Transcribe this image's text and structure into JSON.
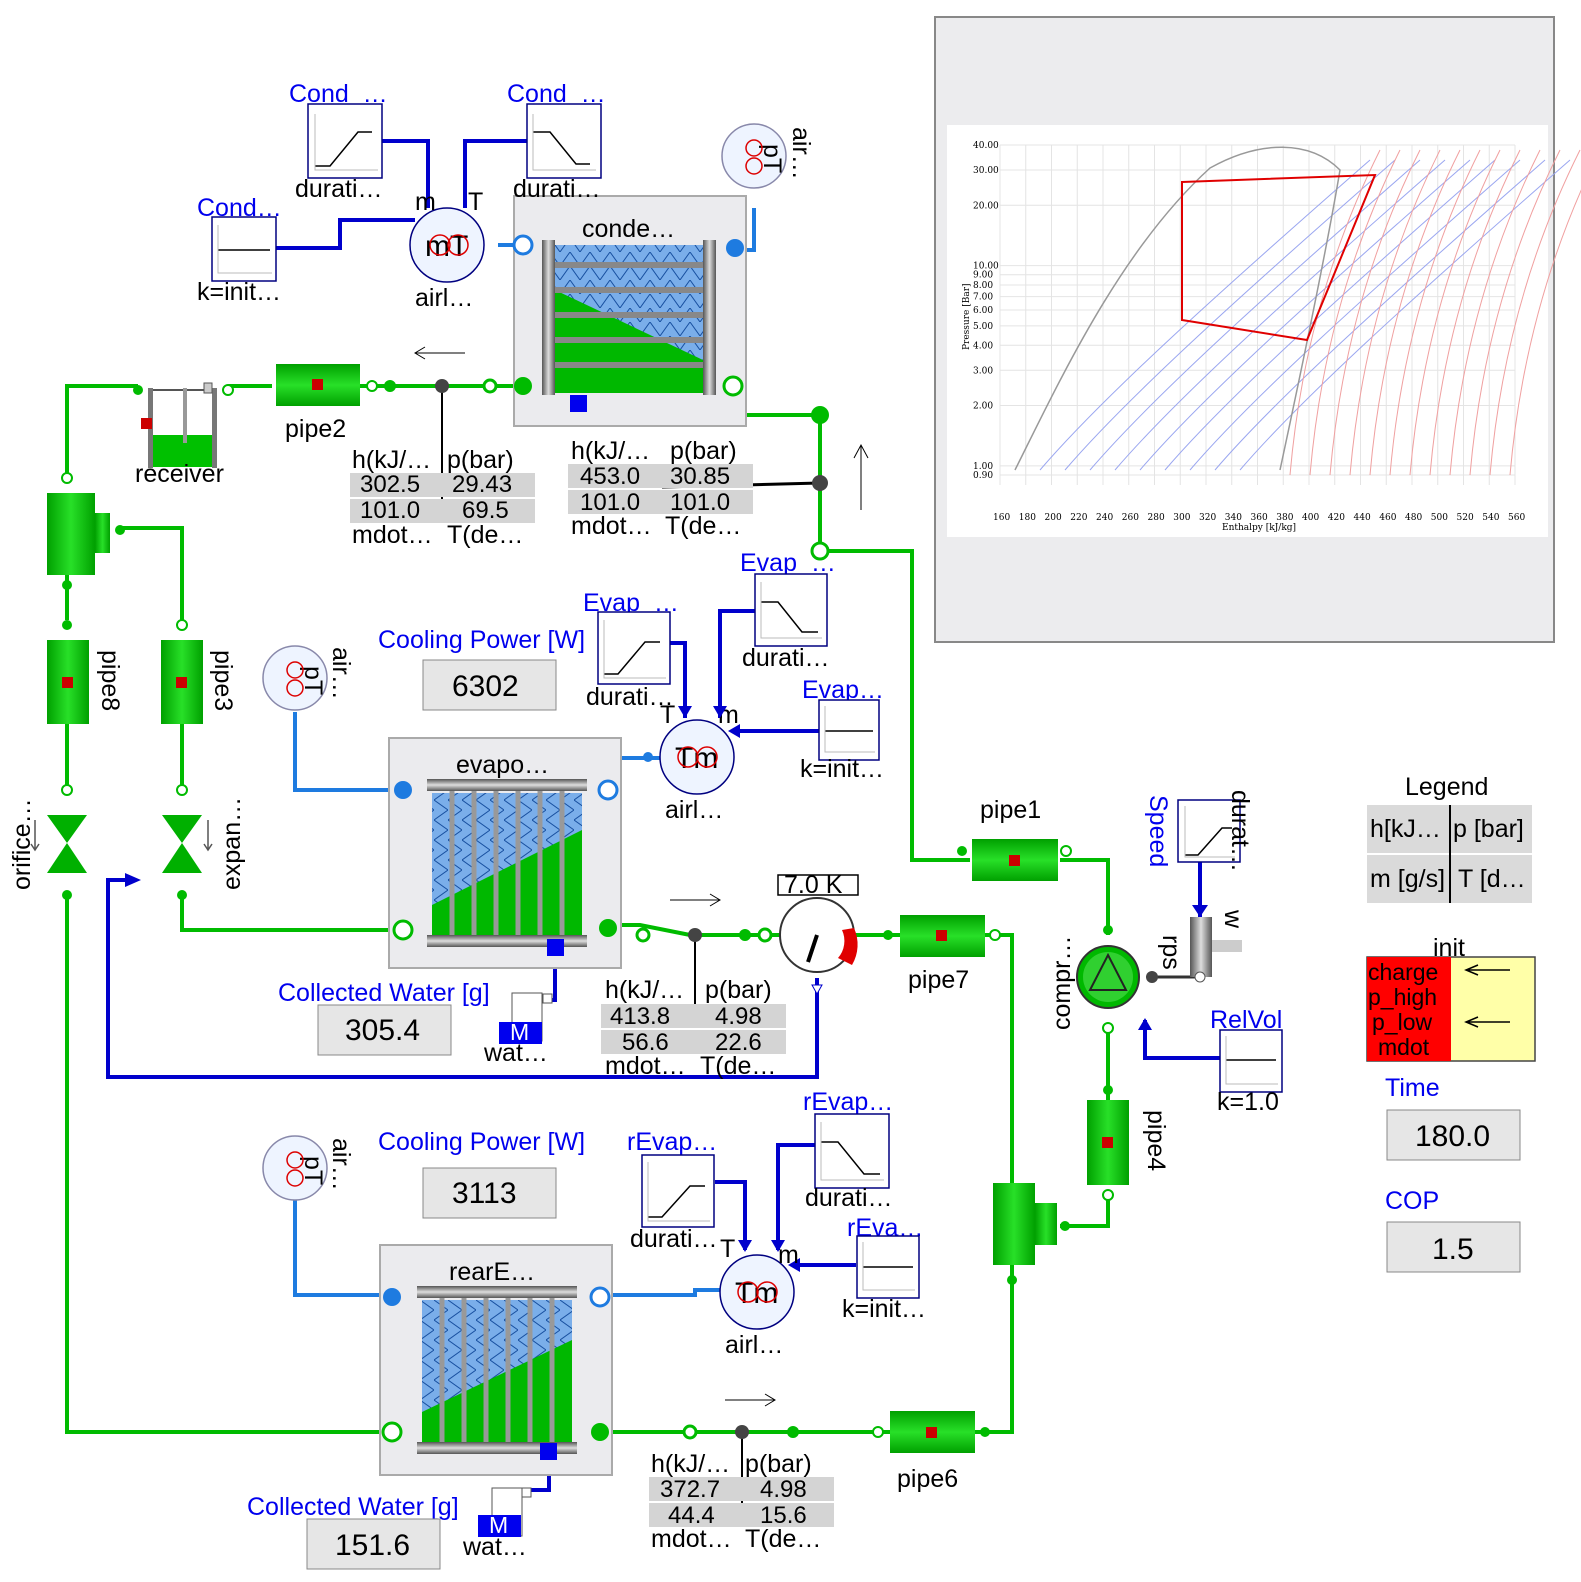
{
  "condenser": {
    "name": "conde…",
    "sources": {
      "left_label": "Cond_…",
      "right_label": "Cond_…",
      "const_label": "Cond…",
      "left_param": "durati…",
      "right_param": "durati…",
      "const_param": "k=init…"
    },
    "air_source": {
      "symbol": "mT",
      "name": "airl…",
      "port_m": "m",
      "port_T": "T"
    },
    "air_sensor": {
      "name": "air…",
      "symbol": "pT"
    },
    "state_in": {
      "h_header": "h(kJ/…",
      "p_header": "p(bar)",
      "h": "302.5",
      "p": "29.43",
      "mdot": "101.0",
      "T": "69.5",
      "mdot_footer": "mdot…",
      "T_footer": "T(de…"
    },
    "state_out": {
      "h_header": "h(kJ/…",
      "p_header": "p(bar)",
      "h": "453.0",
      "p": "30.85",
      "mdot": "101.0",
      "T": "101.0",
      "mdot_footer": "mdot…",
      "T_footer": "T(de…"
    }
  },
  "left_branch": {
    "pipe2": "pipe2",
    "receiver": "receiver",
    "pipe8": "pipe8",
    "pipe3": "pipe3",
    "orifice": "orifice…",
    "expansion": "expan…"
  },
  "evaporator": {
    "name": "evapo…",
    "cooling_label": "Cooling Power [W]",
    "cooling_value": "6302",
    "water_label": "Collected Water [g]",
    "water_value": "305.4",
    "water_sensor": "wat…",
    "water_symbol": "M",
    "air_sensor": {
      "name": "air…",
      "symbol": "pT"
    },
    "air_source": {
      "symbol": "Tm",
      "name": "airl…",
      "port_T": "T",
      "port_m": "m"
    },
    "sources": {
      "a_label": "Evap_…",
      "a_param": "durati…",
      "b_label": "Evap_…",
      "b_param": "durati…",
      "c_label": "Evap…",
      "c_param": "k=init…"
    },
    "superheat": "7.0 K",
    "state": {
      "h_header": "h(kJ/…",
      "p_header": "p(bar)",
      "h": "413.8",
      "p": "4.98",
      "mdot": "56.6",
      "T": "22.6",
      "mdot_footer": "mdot…",
      "T_footer": "T(de…"
    }
  },
  "rear_evaporator": {
    "name": "rearE…",
    "cooling_label": "Cooling Power [W]",
    "cooling_value": "3113",
    "water_label": "Collected Water [g]",
    "water_value": "151.6",
    "water_sensor": "wat…",
    "water_symbol": "M",
    "air_sensor": {
      "name": "air…",
      "symbol": "pT"
    },
    "air_source": {
      "symbol": "Tm",
      "name": "airl…",
      "port_T": "T",
      "port_m": "m"
    },
    "sources": {
      "a_label": "rEvap…",
      "a_param": "durati…",
      "b_label": "rEvap…",
      "b_param": "durati…",
      "c_label": "rEva…",
      "c_param": "k=init…"
    },
    "pipe6": "pipe6",
    "state": {
      "h_header": "h(kJ/…",
      "p_header": "p(bar)",
      "h": "372.7",
      "p": "4.98",
      "mdot": "44.4",
      "T": "15.6",
      "mdot_footer": "mdot…",
      "T_footer": "T(de…"
    }
  },
  "compressor": {
    "name": "compr…",
    "pipe1": "pipe1",
    "pipe7": "pipe7",
    "pipe4": "pipe4",
    "speed_label": "Speed",
    "speed_param": "durat…",
    "rps": "rps",
    "w": "w",
    "relvol_label": "RelVol",
    "relvol_param": "k=1.0"
  },
  "legend": {
    "title": "Legend",
    "c11": "h[kJ…",
    "c12": "p [bar]",
    "c21": "m [g/s]",
    "c22": "T [d…"
  },
  "init": {
    "title": "init",
    "rows": [
      "charge",
      "p_high",
      "p_low",
      "mdot"
    ]
  },
  "time": {
    "label": "Time",
    "value": "180.0"
  },
  "cop": {
    "label": "COP",
    "value": "1.5"
  },
  "ph_chart": {
    "y_title": "Pressure [Bar]",
    "x_title": "Enthalpy [kJ/kg]",
    "y_ticks": [
      "40.00",
      "30.00",
      "20.00",
      "10.00",
      "9.00",
      "8.00",
      "7.00",
      "6.00",
      "5.00",
      "4.00",
      "3.00",
      "2.00",
      "1.00",
      "0.90"
    ],
    "x_ticks": [
      "160",
      "180",
      "200",
      "220",
      "240",
      "260",
      "280",
      "300",
      "320",
      "340",
      "360",
      "380",
      "400",
      "420",
      "440",
      "460",
      "480",
      "500",
      "520",
      "540",
      "560"
    ]
  },
  "colors": {
    "pipe": "#00bb00",
    "signal": "#0000cc",
    "air": "#1e7be0",
    "alarm": "#ff0000",
    "pale_yellow": "#ffffa8",
    "cycle": "#e00000"
  }
}
